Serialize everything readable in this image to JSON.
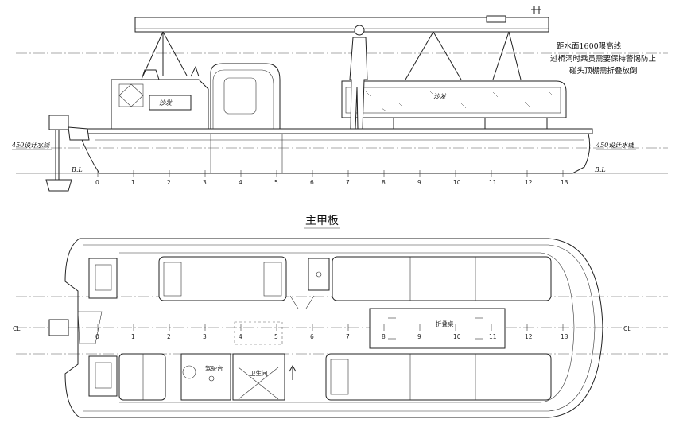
{
  "notes": {
    "limit_line": "距水面1600限高线",
    "bridge_note": "过桥洞时乘员需要保持警惕防止",
    "canopy_note": "碰头顶棚需折叠放倒"
  },
  "waterline_left": "450设计水线",
  "waterline_right": "450设计水线",
  "baseline_left": "B.L",
  "baseline_right": "B.L",
  "plan_title": "主甲板",
  "centerline_left": "CL",
  "centerline_right": "CL",
  "sofa_label_1": "沙发",
  "sofa_label_2": "沙发",
  "folding_table": "折叠桌",
  "helm_label": "驾驶台",
  "toilet_label": "卫生间",
  "stations": [
    "0",
    "1",
    "2",
    "3",
    "4",
    "5",
    "6",
    "7",
    "8",
    "9",
    "10",
    "11",
    "12",
    "13"
  ]
}
